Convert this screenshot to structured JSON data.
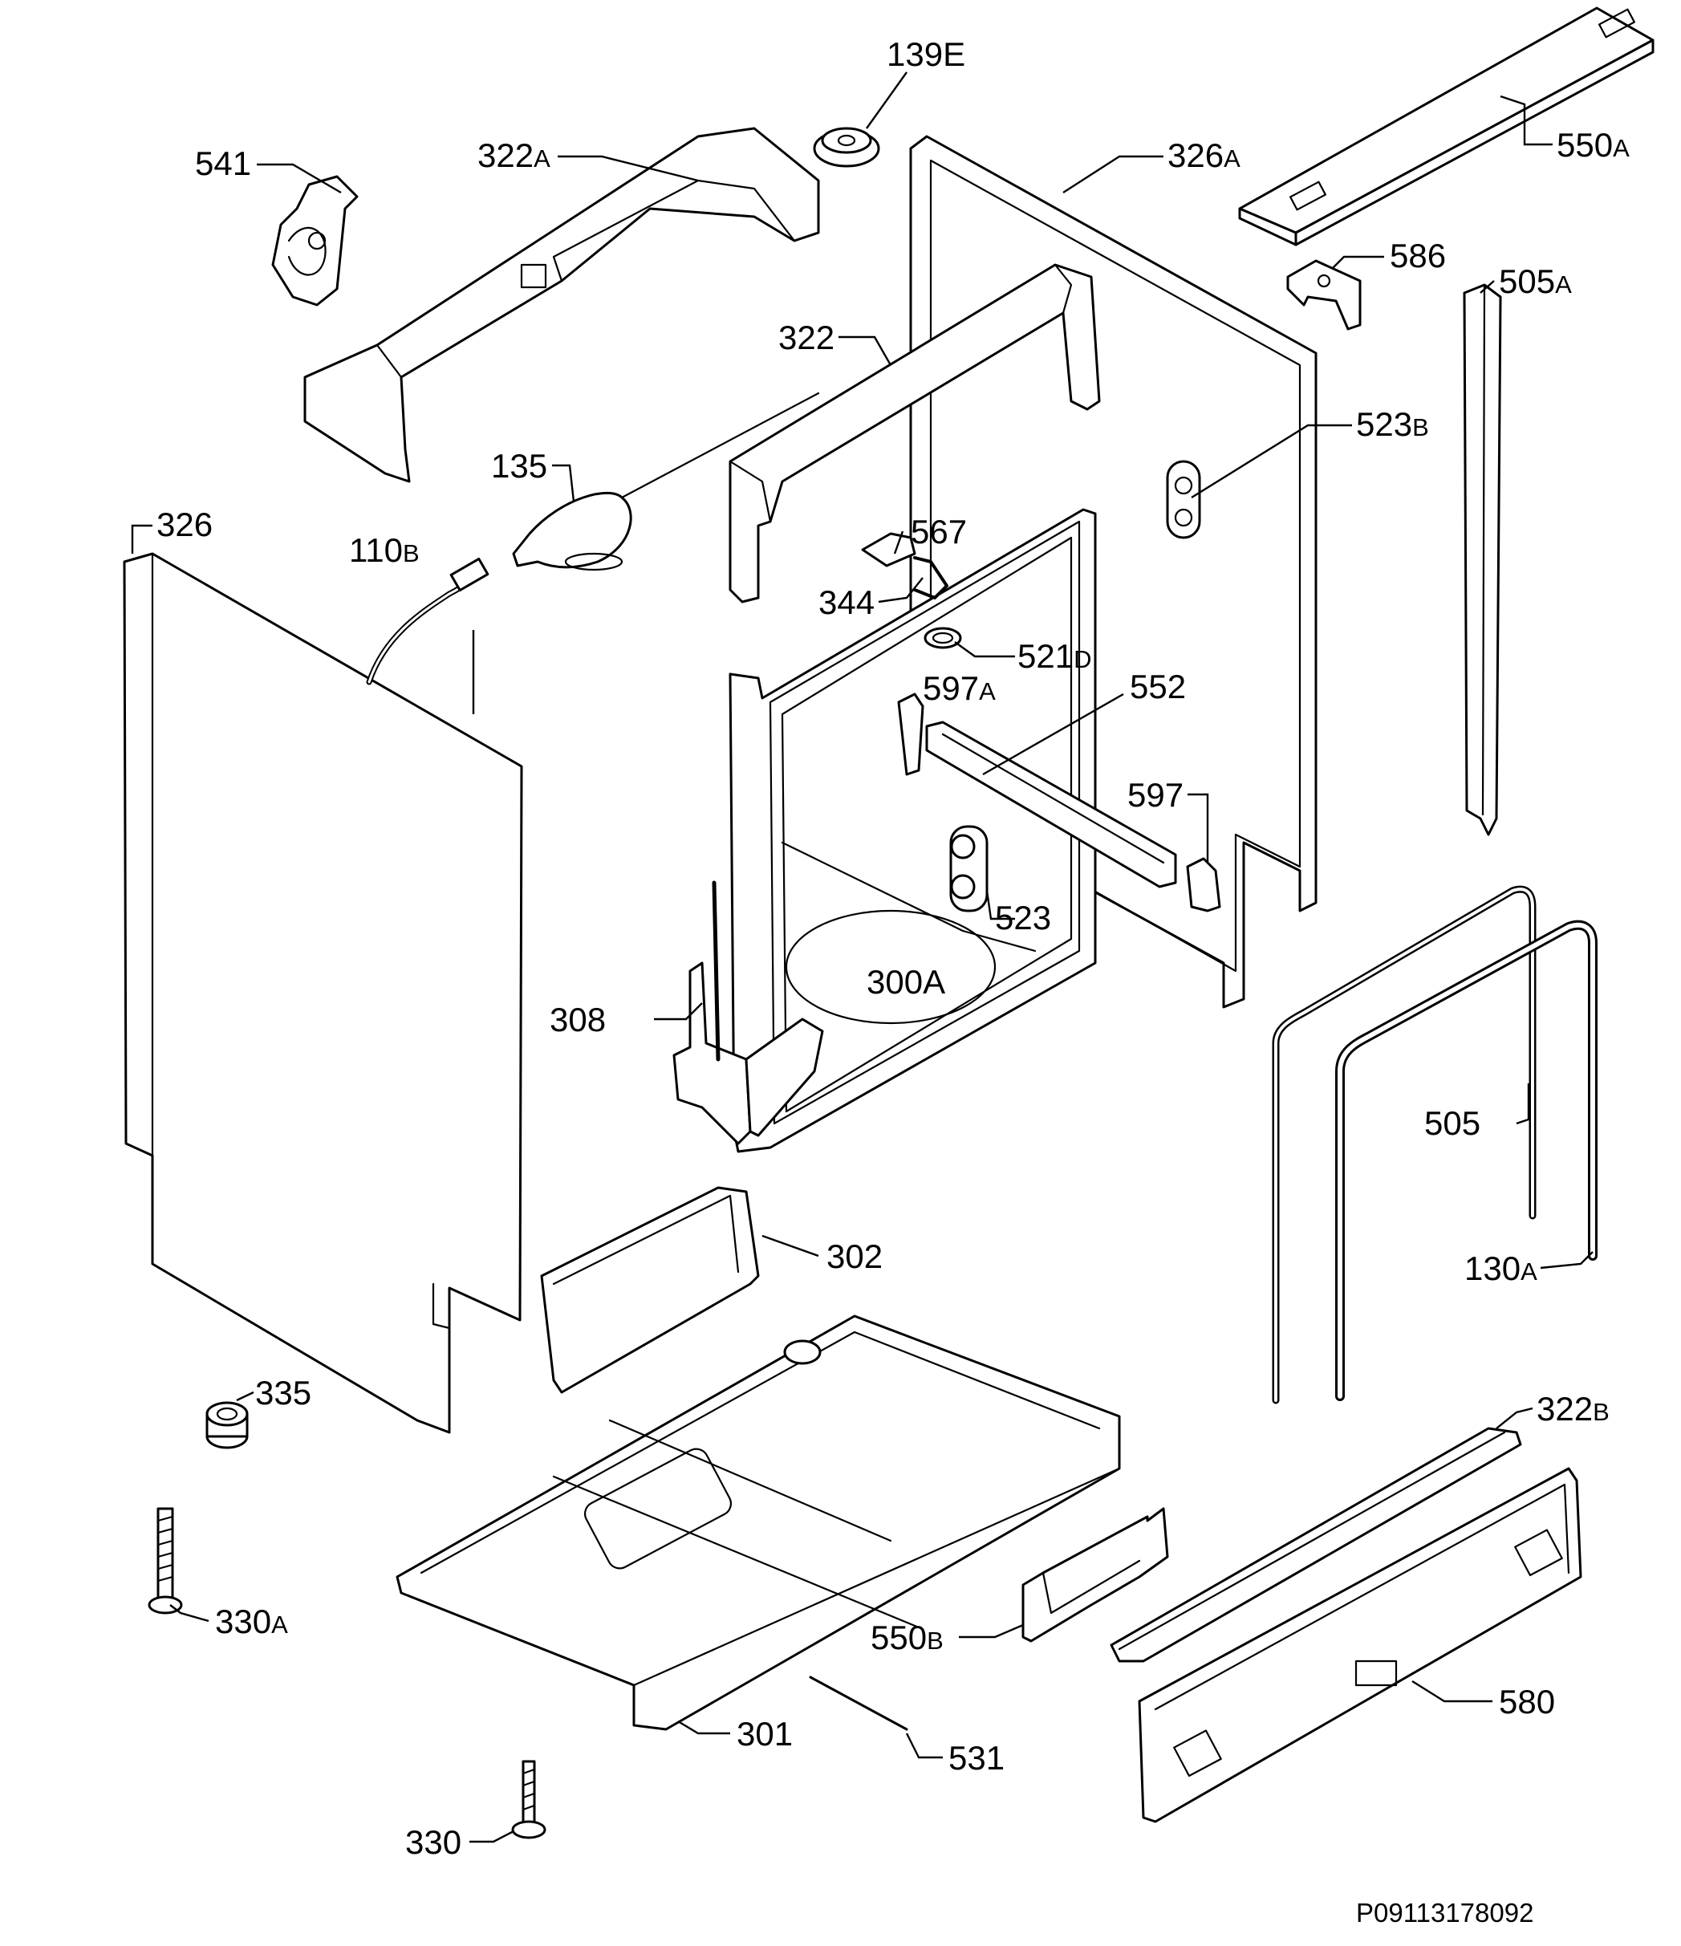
{
  "diagram": {
    "labels": {
      "l139E": {
        "base": "139E",
        "suffix": ""
      },
      "l541": {
        "base": "541",
        "suffix": ""
      },
      "l322A": {
        "base": "322",
        "suffix": "A"
      },
      "l326A": {
        "base": "326",
        "suffix": "A"
      },
      "l550A": {
        "base": "550",
        "suffix": "A"
      },
      "l586": {
        "base": "586",
        "suffix": ""
      },
      "l505A": {
        "base": "505",
        "suffix": "A"
      },
      "l322": {
        "base": "322",
        "suffix": ""
      },
      "l523B": {
        "base": "523",
        "suffix": "B"
      },
      "l135": {
        "base": "135",
        "suffix": ""
      },
      "l326": {
        "base": "326",
        "suffix": ""
      },
      "l110B": {
        "base": "110",
        "suffix": "B"
      },
      "l567": {
        "base": "567",
        "suffix": ""
      },
      "l344": {
        "base": "344",
        "suffix": ""
      },
      "l521D": {
        "base": "521",
        "suffix": "D"
      },
      "l597A": {
        "base": "597",
        "suffix": "A"
      },
      "l552": {
        "base": "552",
        "suffix": ""
      },
      "l597": {
        "base": "597",
        "suffix": ""
      },
      "l523": {
        "base": "523",
        "suffix": ""
      },
      "l300A": {
        "base": "300A",
        "suffix": ""
      },
      "l308": {
        "base": "308",
        "suffix": ""
      },
      "l505": {
        "base": "505",
        "suffix": ""
      },
      "l130A": {
        "base": "130",
        "suffix": "A"
      },
      "l302": {
        "base": "302",
        "suffix": ""
      },
      "l335": {
        "base": "335",
        "suffix": ""
      },
      "l322B": {
        "base": "322",
        "suffix": "B"
      },
      "l330A": {
        "base": "330",
        "suffix": "A"
      },
      "l550B": {
        "base": "550",
        "suffix": "B"
      },
      "l580": {
        "base": "580",
        "suffix": ""
      },
      "l301": {
        "base": "301",
        "suffix": ""
      },
      "l531": {
        "base": "531",
        "suffix": ""
      },
      "l330": {
        "base": "330",
        "suffix": ""
      }
    },
    "reference_code": "P09113178092"
  }
}
